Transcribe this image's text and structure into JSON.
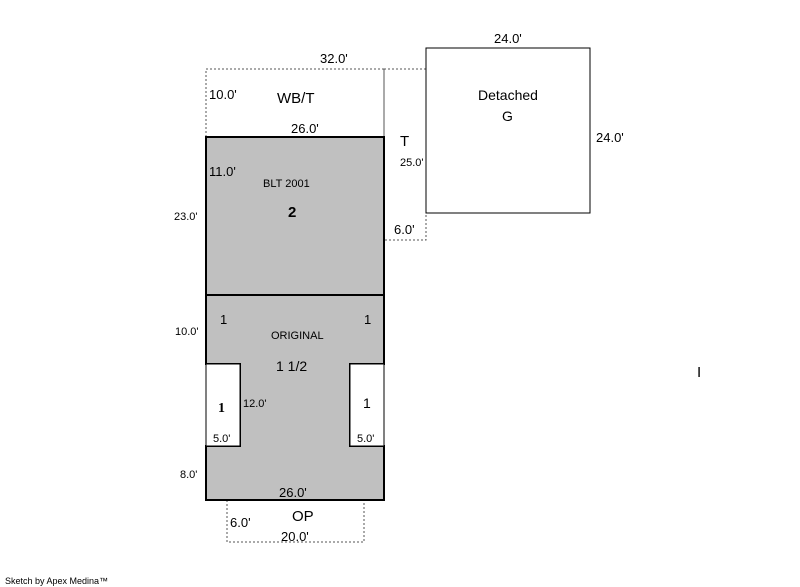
{
  "colors": {
    "main_fill": "#c0c0c0",
    "line": "#000000",
    "dotted": "#555555",
    "background": "#ffffff"
  },
  "wbt": {
    "name": "WB/T",
    "width": "32.0'",
    "depth": "10.0'"
  },
  "terrace": {
    "name": "T",
    "depth": "25.0'",
    "width": "6.0'"
  },
  "garage": {
    "name": "Detached",
    "code": "G",
    "width": "24.0'",
    "depth": "24.0'"
  },
  "addition": {
    "label": "BLT 2001",
    "stories": "2",
    "width": "26.0'",
    "left_depth": "23.0'",
    "inner_depth": "11.0'"
  },
  "original": {
    "label": "ORIGINAL",
    "stories": "1 1/2",
    "left_story": "1",
    "right_story": "1",
    "left_depth": "10.0'",
    "bottom_depth": "8.0'",
    "bottom_width": "26.0'",
    "notch_depth": "12.0'",
    "left_notch_width": "5.0'",
    "right_notch_width": "5.0'",
    "left_notch_story": "1",
    "right_notch_story": "1"
  },
  "porch": {
    "name": "OP",
    "depth": "6.0'",
    "width": "20.0'"
  },
  "cursor_glyph": "I",
  "credit": "Sketch by Apex Medina™"
}
